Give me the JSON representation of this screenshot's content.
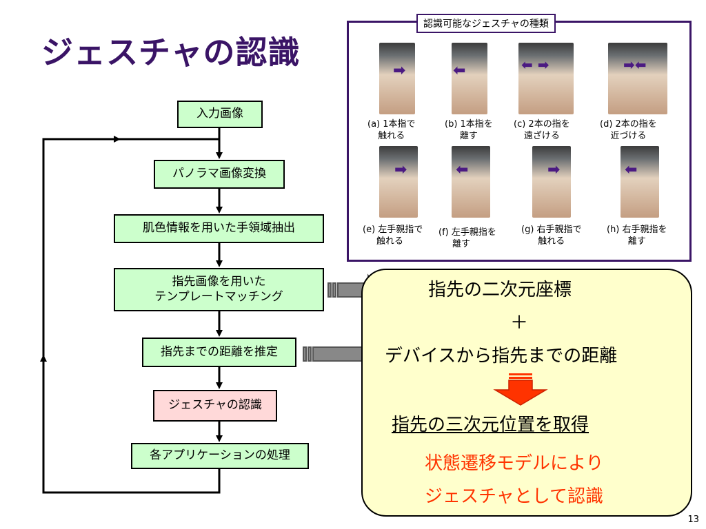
{
  "slide": {
    "title": "ジェスチャの認識",
    "page_number": "13"
  },
  "flow": {
    "steps": [
      "入力画像",
      "パノラマ画像変換",
      "肌色情報を用いた手領域抽出",
      "指先画像を用いた",
      "テンプレートマッチング",
      "指先までの距離を推定",
      "ジェスチャの認識",
      "各アプリケーションの処理"
    ]
  },
  "gestures": {
    "label": "認識可能なジェスチャの種類",
    "items": [
      {
        "l1": "(a) 1本指で",
        "l2": "触れる",
        "arrow": "➡"
      },
      {
        "l1": "(b) 1本指を",
        "l2": "離す",
        "arrow": "⬅"
      },
      {
        "l1": "(c) 2本の指を",
        "l2": "遠ざける",
        "arrow": "⬅ ➡"
      },
      {
        "l1": "(d) 2本の指を",
        "l2": "近づける",
        "arrow": "➡⬅"
      },
      {
        "l1": "(e) 左手親指で",
        "l2": "触れる",
        "arrow": "➡"
      },
      {
        "l1": "(f) 左手親指を",
        "l2": "離す",
        "arrow": "⬅"
      },
      {
        "l1": "(g) 右手親指で",
        "l2": "触れる",
        "arrow": "➡"
      },
      {
        "l1": "(h) 右手親指を",
        "l2": "離す",
        "arrow": "⬅"
      }
    ]
  },
  "result": {
    "line1": "指先の二次元座標",
    "plus": "＋",
    "line2": "デバイスから指先までの距離",
    "line3": "指先の三次元位置を取得",
    "red1": "状態遷移モデルにより",
    "red2": "ジェスチャとして認識"
  },
  "colors": {
    "title": "#3a1466",
    "box_green": "#ccffcc",
    "box_pink": "#ffd9d9",
    "result_bg": "#ffffcc",
    "accent_red": "#ff3300"
  }
}
